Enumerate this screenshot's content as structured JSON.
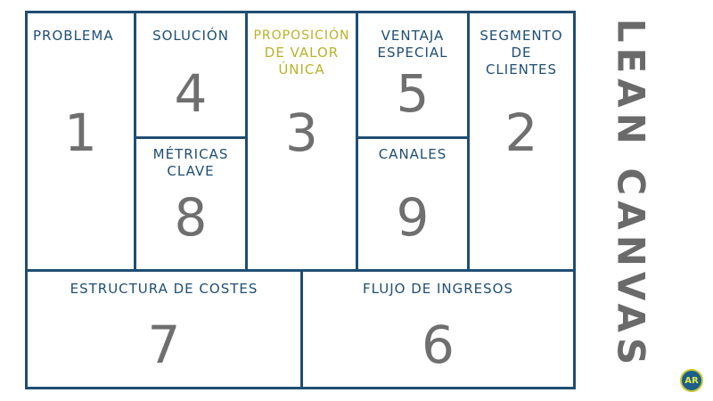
{
  "side_title": "LEAN CANVAS",
  "logo_text": "AR",
  "colors": {
    "border": "#1f4e73",
    "title": "#1f4e73",
    "accent_title": "#b8b22a",
    "number": "#6f6f6f"
  },
  "blocks": {
    "problema": {
      "title": "PROBLEMA",
      "number": "1"
    },
    "solucion": {
      "title": "SOLUCIÓN",
      "number": "4"
    },
    "metricas": {
      "title_line1": "MÉTRICAS",
      "title_line2": "CLAVE",
      "number": "8"
    },
    "propuesta": {
      "title_line1": "PROPOSICIÓN",
      "title_line2": "DE VALOR",
      "title_line3": "ÚNICA",
      "number": "3"
    },
    "ventaja": {
      "title_line1": "VENTAJA",
      "title_line2": "ESPECIAL",
      "number": "5"
    },
    "canales": {
      "title": "CANALES",
      "number": "9"
    },
    "segmento": {
      "title_line1": "SEGMENTO",
      "title_line2": "DE",
      "title_line3": "CLIENTES",
      "number": "2"
    },
    "costes": {
      "title": "ESTRUCTURA DE COSTES",
      "number": "7"
    },
    "ingresos": {
      "title": "FLUJO DE INGRESOS",
      "number": "6"
    }
  }
}
